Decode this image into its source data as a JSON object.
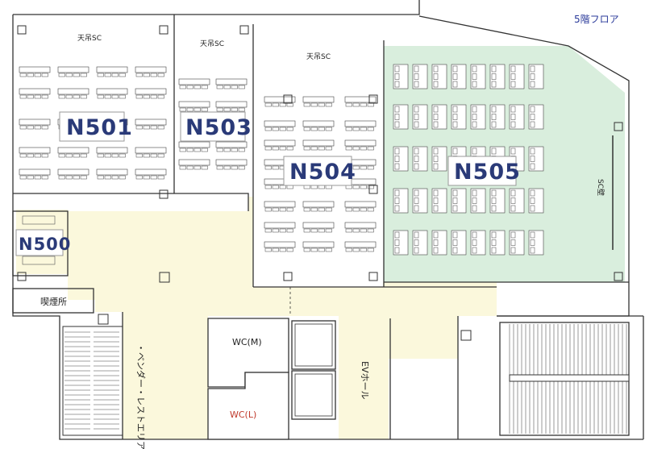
{
  "floor_title": "5階フロア",
  "rooms": {
    "n501": "N501",
    "n503": "N503",
    "n504": "N504",
    "n505": "N505",
    "n500": "N500"
  },
  "screens": {
    "n501": "天吊SC",
    "n503": "天吊SC",
    "n504": "天吊SC",
    "n505_wall": "SC壁"
  },
  "facilities": {
    "smoking": "喫煙所",
    "vendor": "・ベンダー・レストエリア",
    "wc_m": "WC(M)",
    "wc_l": "WC(L)",
    "ev_hall": "EVホール"
  },
  "colors": {
    "common_area": "#fbf8dc",
    "n505_fill": "#d9eedd",
    "room_label": "#2a3a78",
    "title": "#2a3a9a",
    "wc_l_text": "#c0392b"
  }
}
